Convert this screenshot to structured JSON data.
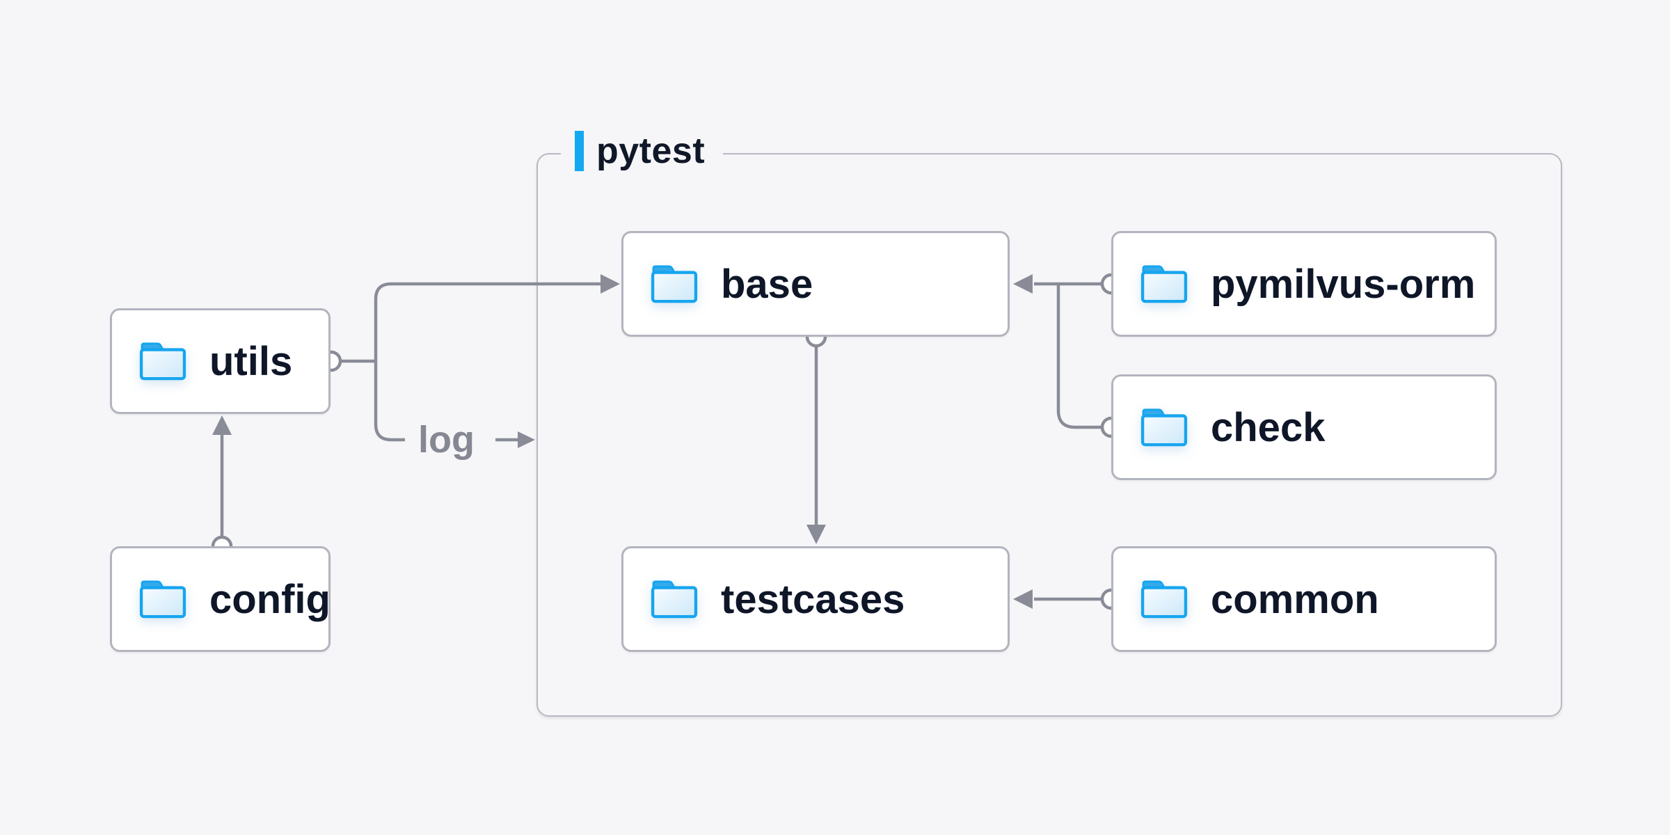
{
  "diagram": {
    "group": {
      "label": "pytest"
    },
    "nodes": [
      {
        "id": "utils",
        "label": "utils"
      },
      {
        "id": "config",
        "label": "config"
      },
      {
        "id": "base",
        "label": "base"
      },
      {
        "id": "testcases",
        "label": "testcases"
      },
      {
        "id": "pymilvus_orm",
        "label": "pymilvus-orm"
      },
      {
        "id": "check",
        "label": "check"
      },
      {
        "id": "common",
        "label": "common"
      }
    ],
    "edge_label": "log",
    "edges": [
      {
        "from": "config",
        "to": "utils"
      },
      {
        "from": "utils",
        "to": "base"
      },
      {
        "from": "utils",
        "to": "pytest",
        "label": "log"
      },
      {
        "from": "base",
        "to": "testcases"
      },
      {
        "from": "pymilvus-orm",
        "to": "base"
      },
      {
        "from": "check",
        "to": "base"
      },
      {
        "from": "common",
        "to": "testcases"
      }
    ],
    "colors": {
      "background": "#f6f6f8",
      "accent_blue": "#12a9f2",
      "folder_blue": "#16a5ef",
      "line_gray": "#898c97",
      "node_border": "#b2b4be",
      "text_dark": "#0e1628",
      "text_muted": "#858792"
    }
  }
}
